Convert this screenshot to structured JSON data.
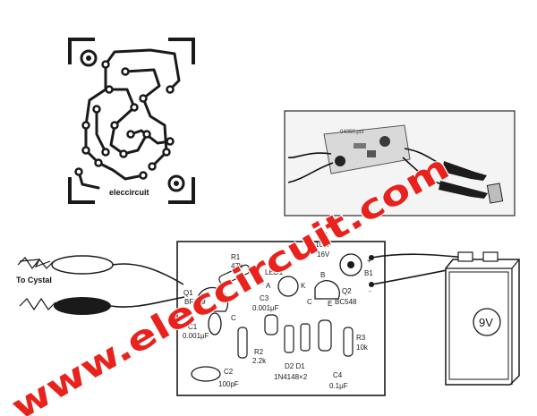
{
  "pcb_pattern": {
    "brand": "eleccircuit"
  },
  "photo": {
    "board_label": "04050.pct"
  },
  "diagram": {
    "left_label": "To Cystal",
    "battery_label": "9V",
    "components": {
      "r1": {
        "ref": "R1",
        "value": "47k"
      },
      "q1": {
        "ref": "Q1",
        "part": "BF199"
      },
      "c1": {
        "ref": "C1",
        "value": "0.001μF"
      },
      "c2": {
        "ref": "C2",
        "value": "100pF"
      },
      "r2": {
        "ref": "R2",
        "value": "2.2k"
      },
      "led": {
        "ref": "LED1"
      },
      "c3": {
        "ref": "C3",
        "value": "0.001μF"
      },
      "c5": {
        "ref": "C5",
        "value": "10μF",
        "rating": "16V"
      },
      "q2": {
        "ref": "Q2",
        "part": "BC548"
      },
      "r3": {
        "ref": "R3",
        "value": "10k"
      },
      "d": {
        "refs": "D2   D1",
        "part": "1N4148×2"
      },
      "c4": {
        "ref": "C4",
        "value": "0.1μF"
      },
      "b1": {
        "ref": "B1",
        "plus": "+",
        "minus": "-"
      }
    },
    "pins": {
      "a": "A",
      "k": "K",
      "c": "C",
      "e": "E",
      "b": "B",
      "q1b": "B",
      "q1c": "C",
      "q1e": "E"
    }
  },
  "watermark": "www.eleccircuit.com"
}
